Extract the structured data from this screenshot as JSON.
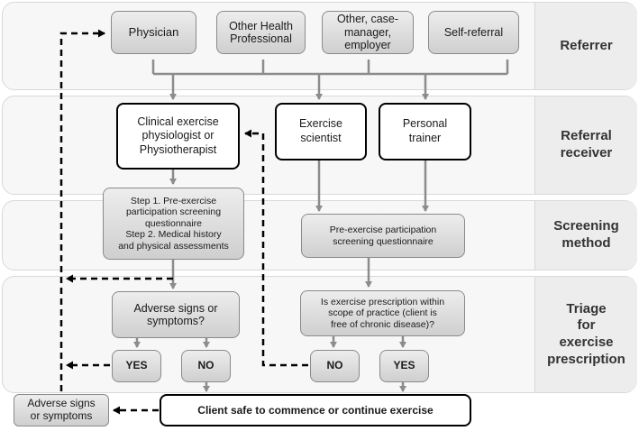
{
  "bands": [
    {
      "key": "referrer",
      "label": "Referrer"
    },
    {
      "key": "receiver",
      "label": "Referral\nreceiver"
    },
    {
      "key": "screening",
      "label": "Screening\nmethod"
    },
    {
      "key": "triage",
      "label": "Triage\nfor\nexercise\nprescription"
    }
  ],
  "referrers": [
    "Physician",
    "Other Health\nProfessional",
    "Other, case-\nmanager,\nemployer",
    "Self-referral"
  ],
  "receivers": {
    "clinical": "Clinical exercise\nphysiologist or\nPhysiotherapist",
    "scientist": "Exercise\nscientist",
    "trainer": "Personal\ntrainer"
  },
  "screening": {
    "clinical_steps": "Step 1. Pre-exercise\nparticipation screening\nquestionnaire\nStep 2. Medical history\nand physical assessments",
    "questionnaire": "Pre-exercise participation\nscreening questionnaire"
  },
  "triage": {
    "adverse_question": "Adverse signs or\nsymptoms?",
    "scope_question": "Is exercise prescription within\nscope of practice (client is\nfree of chronic disease)?",
    "left_yes": "YES",
    "left_no": "NO",
    "right_no": "NO",
    "right_yes": "YES"
  },
  "outcomes": {
    "adverse": "Adverse signs\nor symptoms",
    "safe": "Client safe to commence or continue exercise"
  },
  "colors": {
    "arrow": "#8c8c8c",
    "band": "#f7f7f7",
    "box_grey": "#d9d9d9",
    "dashed": "#000000"
  }
}
